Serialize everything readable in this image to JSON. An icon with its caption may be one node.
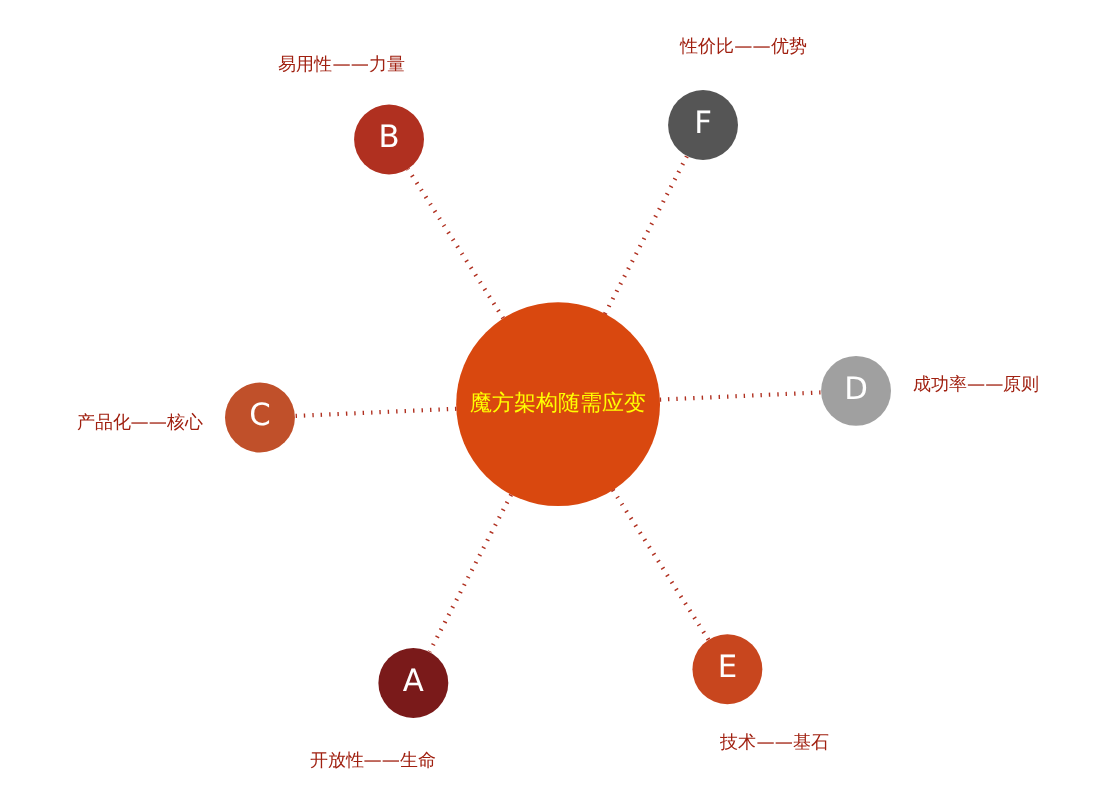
{
  "diagram": {
    "nodes": [
      {
        "text": [
          "魔方架构随需应变"
        ]
      },
      {
        "text": [
          "A"
        ],
        "beside": [
          "开放性——生命"
        ]
      },
      {
        "text": [
          "B"
        ],
        "beside": [
          "易用性——力量"
        ]
      },
      {
        "text": [
          "C"
        ],
        "beside": [
          "产品化——核心"
        ]
      },
      {
        "text": [
          "D"
        ],
        "beside": [
          "成功率——原则"
        ]
      },
      {
        "text": [
          "E"
        ],
        "beside": [
          "技术——基石"
        ]
      },
      {
        "text": [
          "F"
        ],
        "beside": [
          "性价比——优势"
        ]
      }
    ],
    "edges": [
      {
        "from": 0,
        "to": 1,
        "arrow": "none",
        "style": "dashed"
      },
      {
        "from": 0,
        "to": 2,
        "arrow": "none",
        "style": "dashed"
      },
      {
        "from": 0,
        "to": 3,
        "arrow": "none",
        "style": "dashed"
      },
      {
        "from": 0,
        "to": 4,
        "arrow": "none",
        "style": "dashed"
      },
      {
        "from": 0,
        "to": 5,
        "arrow": "none",
        "style": "dashed"
      },
      {
        "from": 0,
        "to": 6,
        "arrow": "none",
        "style": "dashed"
      }
    ]
  }
}
